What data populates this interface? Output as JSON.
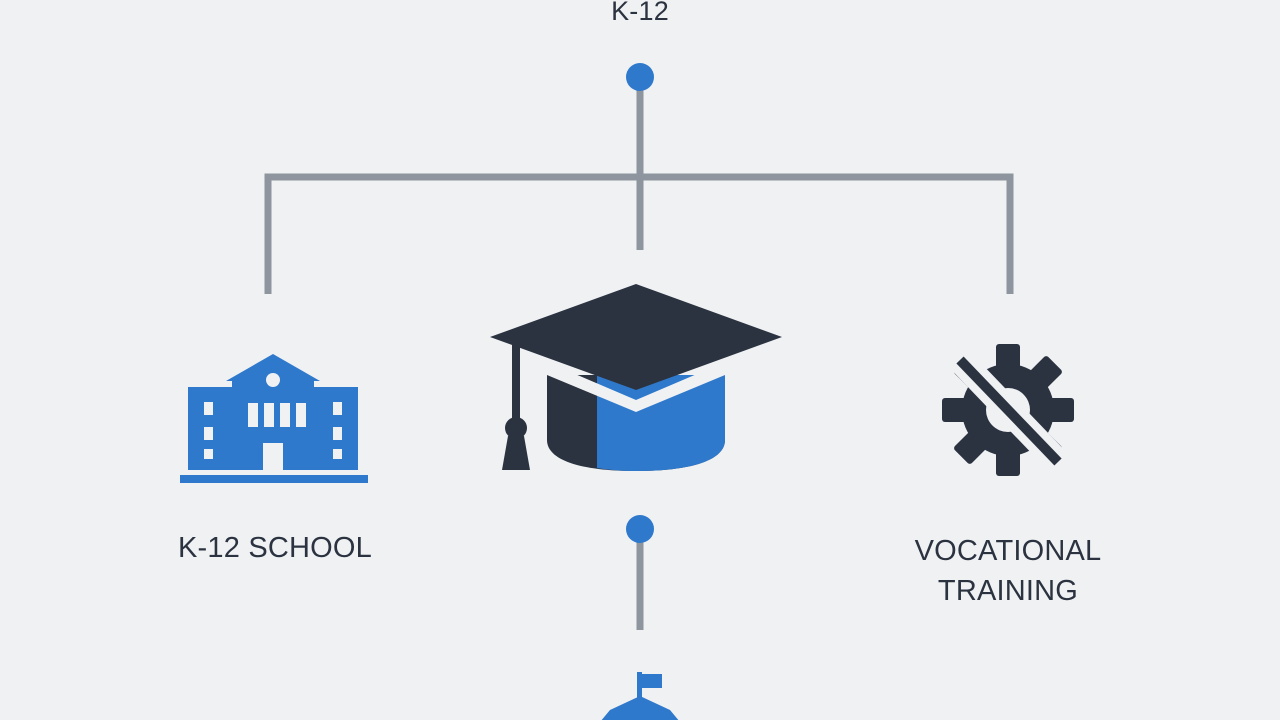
{
  "diagram": {
    "root_label": "K-12",
    "nodes": [
      {
        "id": "k12-school",
        "label": "K-12 SCHOOL",
        "icon": "school-building-icon"
      },
      {
        "id": "higher-education",
        "label": "",
        "icon": "graduation-cap-icon"
      },
      {
        "id": "vocational-training",
        "label_lines": [
          "VOCATIONAL",
          "TRAINING"
        ],
        "icon": "gear-with-slash-icon"
      },
      {
        "id": "lower-node",
        "label": "",
        "icon": "flag-building-icon"
      }
    ]
  },
  "colors": {
    "background": "#eff1f3",
    "accent_blue": "#2f79cc",
    "dark": "#2c3340",
    "connector_gray": "#8e959e"
  }
}
